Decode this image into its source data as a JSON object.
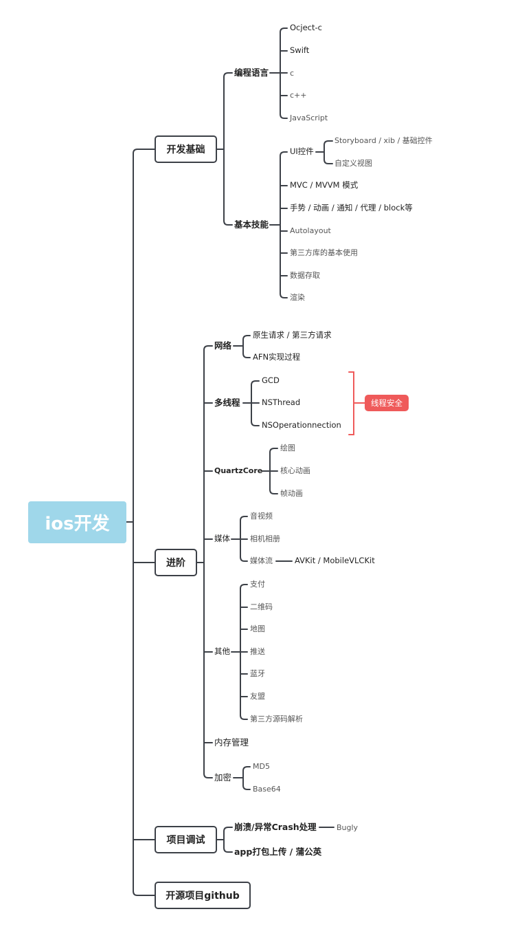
{
  "root": "ios开发",
  "branches": {
    "basics": {
      "label": "开发基础",
      "lang": {
        "label": "编程语言",
        "items": [
          "Ocject-c",
          "Swift",
          "c",
          "c++",
          "JavaScript"
        ]
      },
      "skills": {
        "label": "基本技能",
        "ui": {
          "label": "UI控件",
          "items": [
            "Storyboard / xib / 基础控件",
            "自定义视图"
          ]
        },
        "items": [
          "MVC / MVVM 模式",
          "手势 / 动画 / 通知 / 代理 / block等",
          "Autolayout",
          "第三方库的基本使用",
          "数据存取",
          "渲染"
        ]
      }
    },
    "advanced": {
      "label": "进阶",
      "network": {
        "label": "网络",
        "items": [
          "原生请求 / 第三方请求",
          "AFN实现过程"
        ]
      },
      "thread": {
        "label": "多线程",
        "items": [
          "GCD",
          "NSThread",
          "NSOperationnection"
        ],
        "badge": "线程安全"
      },
      "quartz": {
        "label": "QuartzCore",
        "items": [
          "绘图",
          "核心动画",
          "帧动画"
        ]
      },
      "media": {
        "label": "媒体",
        "items": [
          "音视频",
          "相机相册",
          "媒体流"
        ],
        "stream_child": "AVKit / MobileVLCKit"
      },
      "other": {
        "label": "其他",
        "items": [
          "支付",
          "二维码",
          "地图",
          "推送",
          "蓝牙",
          "友盟",
          "第三方源码解析"
        ]
      },
      "memory": {
        "label": "内存管理"
      },
      "crypto": {
        "label": "加密",
        "items": [
          "MD5",
          "Base64"
        ]
      }
    },
    "debug": {
      "label": "项目调试",
      "crash": {
        "label": "崩溃/异常Crash处理",
        "child": "Bugly"
      },
      "upload": {
        "label": "app打包上传 / 蒲公英"
      }
    },
    "github": {
      "label": "开源项目github"
    }
  }
}
